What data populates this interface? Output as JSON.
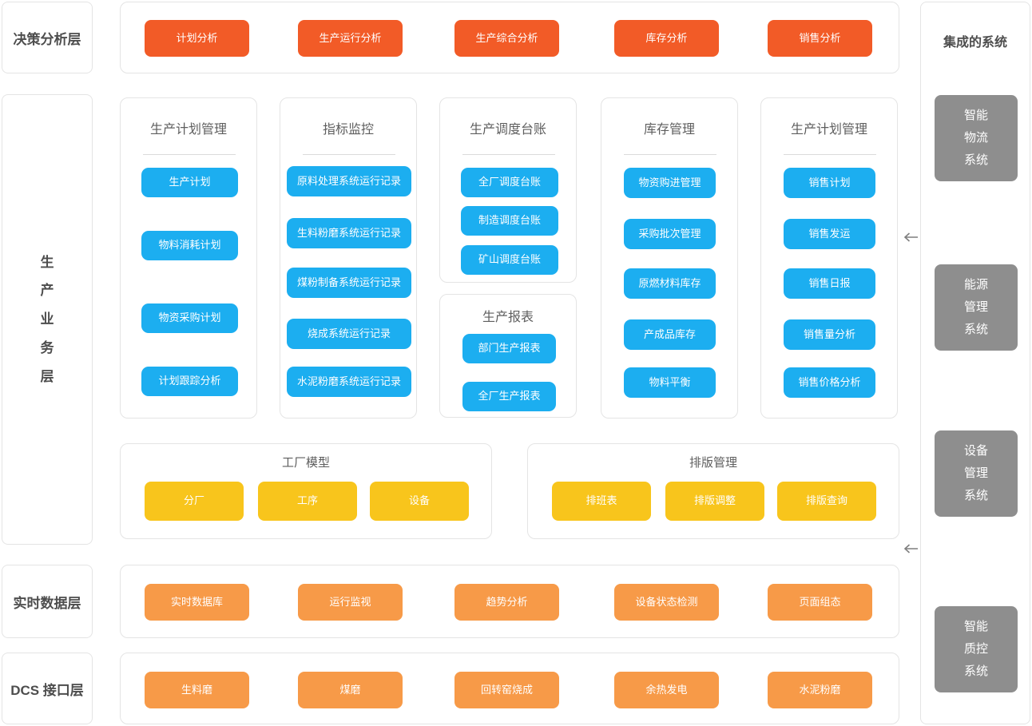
{
  "colors": {
    "decision_button": "#F25B27",
    "module_button": "#1CAEF0",
    "model_button": "#F8C51C",
    "data_button": "#F79A48",
    "system_box": "#8E8E8E"
  },
  "left_layers": {
    "decision": "决策分析层",
    "business": "生产业务层",
    "realtime": "实时数据层",
    "dcs": "DCS 接口层"
  },
  "decision_buttons": [
    "计划分析",
    "生产运行分析",
    "生产综合分析",
    "库存分析",
    "销售分析"
  ],
  "business_panels": [
    {
      "title": "生产计划管理",
      "items": [
        "生产计划",
        "物料消耗计划",
        "物资采购计划",
        "计划跟踪分析"
      ]
    },
    {
      "title": "指标监控",
      "items": [
        "原料处理系统运行记录",
        "生料粉磨系统运行记录",
        "煤粉制备系统运行记录",
        "烧成系统运行记录",
        "水泥粉磨系统运行记录"
      ]
    },
    {
      "title": "生产调度台账",
      "items": [
        "全厂调度台账",
        "制造调度台账",
        "矿山调度台账"
      ]
    },
    {
      "title": "生产报表",
      "items": [
        "部门生产报表",
        "全厂生产报表"
      ]
    },
    {
      "title": "库存管理",
      "items": [
        "物资购进管理",
        "采购批次管理",
        "原燃材料库存",
        "产成品库存",
        "物料平衡"
      ]
    },
    {
      "title": "生产计划管理",
      "items": [
        "销售计划",
        "销售发运",
        "销售日报",
        "销售量分析",
        "销售价格分析"
      ]
    }
  ],
  "factory_model": {
    "title": "工厂模型",
    "items": [
      "分厂",
      "工序",
      "设备"
    ]
  },
  "layout_mgmt": {
    "title": "排版管理",
    "items": [
      "排班表",
      "排版调整",
      "排版查询"
    ]
  },
  "realtime_buttons": [
    "实时数据库",
    "运行监视",
    "趋势分析",
    "设备状态检测",
    "页面组态"
  ],
  "dcs_buttons": [
    "生料磨",
    "煤磨",
    "回转窑烧成",
    "余热发电",
    "水泥粉磨"
  ],
  "integrated": {
    "title": "集成的系统",
    "systems": [
      "智能物流系统",
      "能源管理系统",
      "设备管理系统",
      "智能质控系统"
    ]
  }
}
